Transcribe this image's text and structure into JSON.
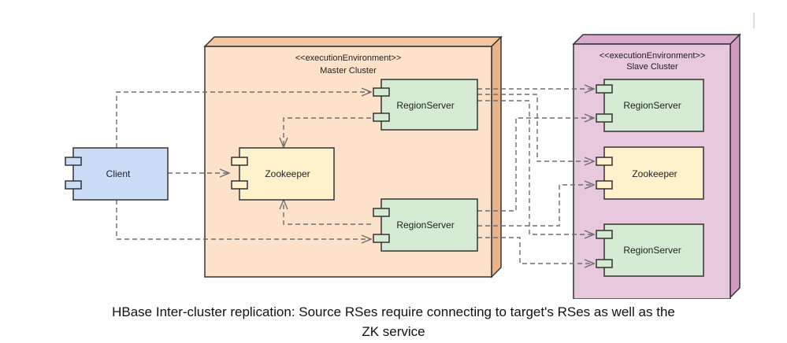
{
  "master_cluster": {
    "stereotype": "<<executionEnvironment>>",
    "name": "Master Cluster",
    "fill": "#fbe2c8",
    "components": {
      "regionserver_top": "RegionServer",
      "zookeeper": "Zookeeper",
      "regionserver_bottom": "RegionServer"
    }
  },
  "slave_cluster": {
    "stereotype": "<<executionEnvironment>>",
    "name": "Slave Cluster",
    "fill": "#e8c8dd",
    "components": {
      "regionserver_top": "RegionServer",
      "zookeeper": "Zookeeper",
      "regionserver_bottom": "RegionServer"
    }
  },
  "client": {
    "label": "Client",
    "fill": "#cbdcf6"
  },
  "colors": {
    "regionserver_fill": "#d6ebd3",
    "zookeeper_fill": "#fdf2cc",
    "edge": "#6e6e6e"
  },
  "caption": {
    "line1": "HBase Inter-cluster replication: Source RSes require connecting to target's RSes as well as the",
    "line2": "ZK service"
  }
}
